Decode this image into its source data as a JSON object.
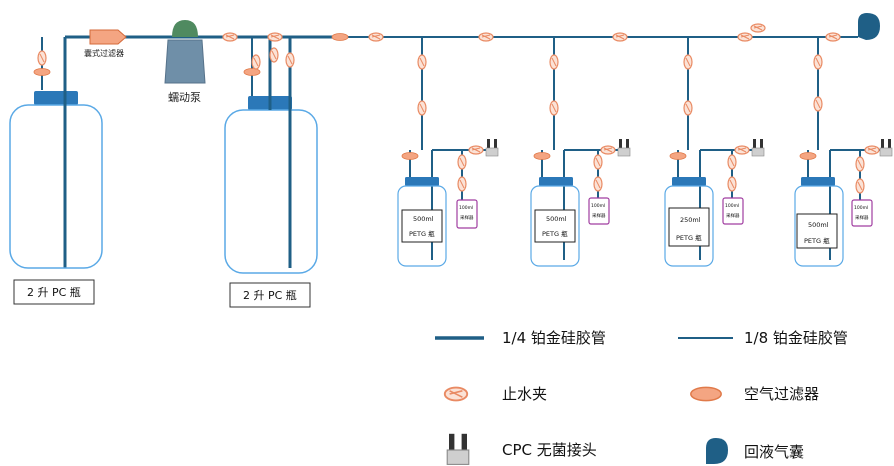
{
  "labels": {
    "capsule_filter": "囊式过滤器",
    "pump": "蠕动泵",
    "pc_bottle_1": "2 升 PC 瓶",
    "pc_bottle_2": "2 升 PC 瓶"
  },
  "bottles": [
    {
      "volume": "500ml",
      "material": "PETG 瓶",
      "sample": "100ml",
      "sample_sub": "采样器"
    },
    {
      "volume": "500ml",
      "material": "PETG 瓶",
      "sample": "100ml",
      "sample_sub": "采样器"
    },
    {
      "volume": "250ml",
      "material": "PETG 瓶",
      "sample": "100ml",
      "sample_sub": "采样器"
    },
    {
      "volume": "500ml",
      "material": "PETG 瓶",
      "sample": "100ml",
      "sample_sub": "采样器"
    }
  ],
  "legend": {
    "thick_tube": "1/4 铂金硅胶管",
    "thin_tube": "1/8 铂金硅胶管",
    "clamp": "止水夹",
    "air_filter": "空气过滤器",
    "cpc": "CPC 无菌接头",
    "bladder": "回液气囊"
  },
  "colors": {
    "tube": "#1f5f86",
    "bottle": "#5aa9e6",
    "cap": "#2b78b8",
    "clamp": "#e98a63",
    "filter": "#f4a582",
    "pump_body": "#6f8fa8",
    "pump_head": "#4f8a60",
    "sample_border": "#a13ea1",
    "bladder": "#1f5f86"
  }
}
